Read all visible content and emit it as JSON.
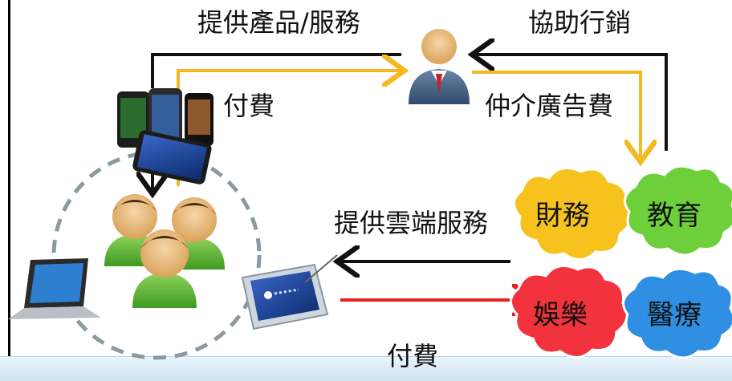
{
  "labels": {
    "provide_products": "提供產品/服務",
    "assist_marketing": "協助行銷",
    "pay_top": "付費",
    "agency_fee": "仲介廣告費",
    "provide_cloud": "提供雲端服務",
    "pay_bottom": "付費"
  },
  "clouds": [
    {
      "label": "財務",
      "color": "#f7c21d"
    },
    {
      "label": "教育",
      "color": "#6dcf3a"
    },
    {
      "label": "娛樂",
      "color": "#f2323c"
    },
    {
      "label": "醫療",
      "color": "#2e8fe3"
    }
  ],
  "colors": {
    "arrow_black": "#111111",
    "arrow_orange": "#f5b820",
    "arrow_red": "#e8211d",
    "circle_dash": "#8c9aa0"
  },
  "icons": [
    "businessman-icon",
    "smartphones-icon",
    "user-group-icon",
    "laptop-icon",
    "tablet-icon"
  ]
}
